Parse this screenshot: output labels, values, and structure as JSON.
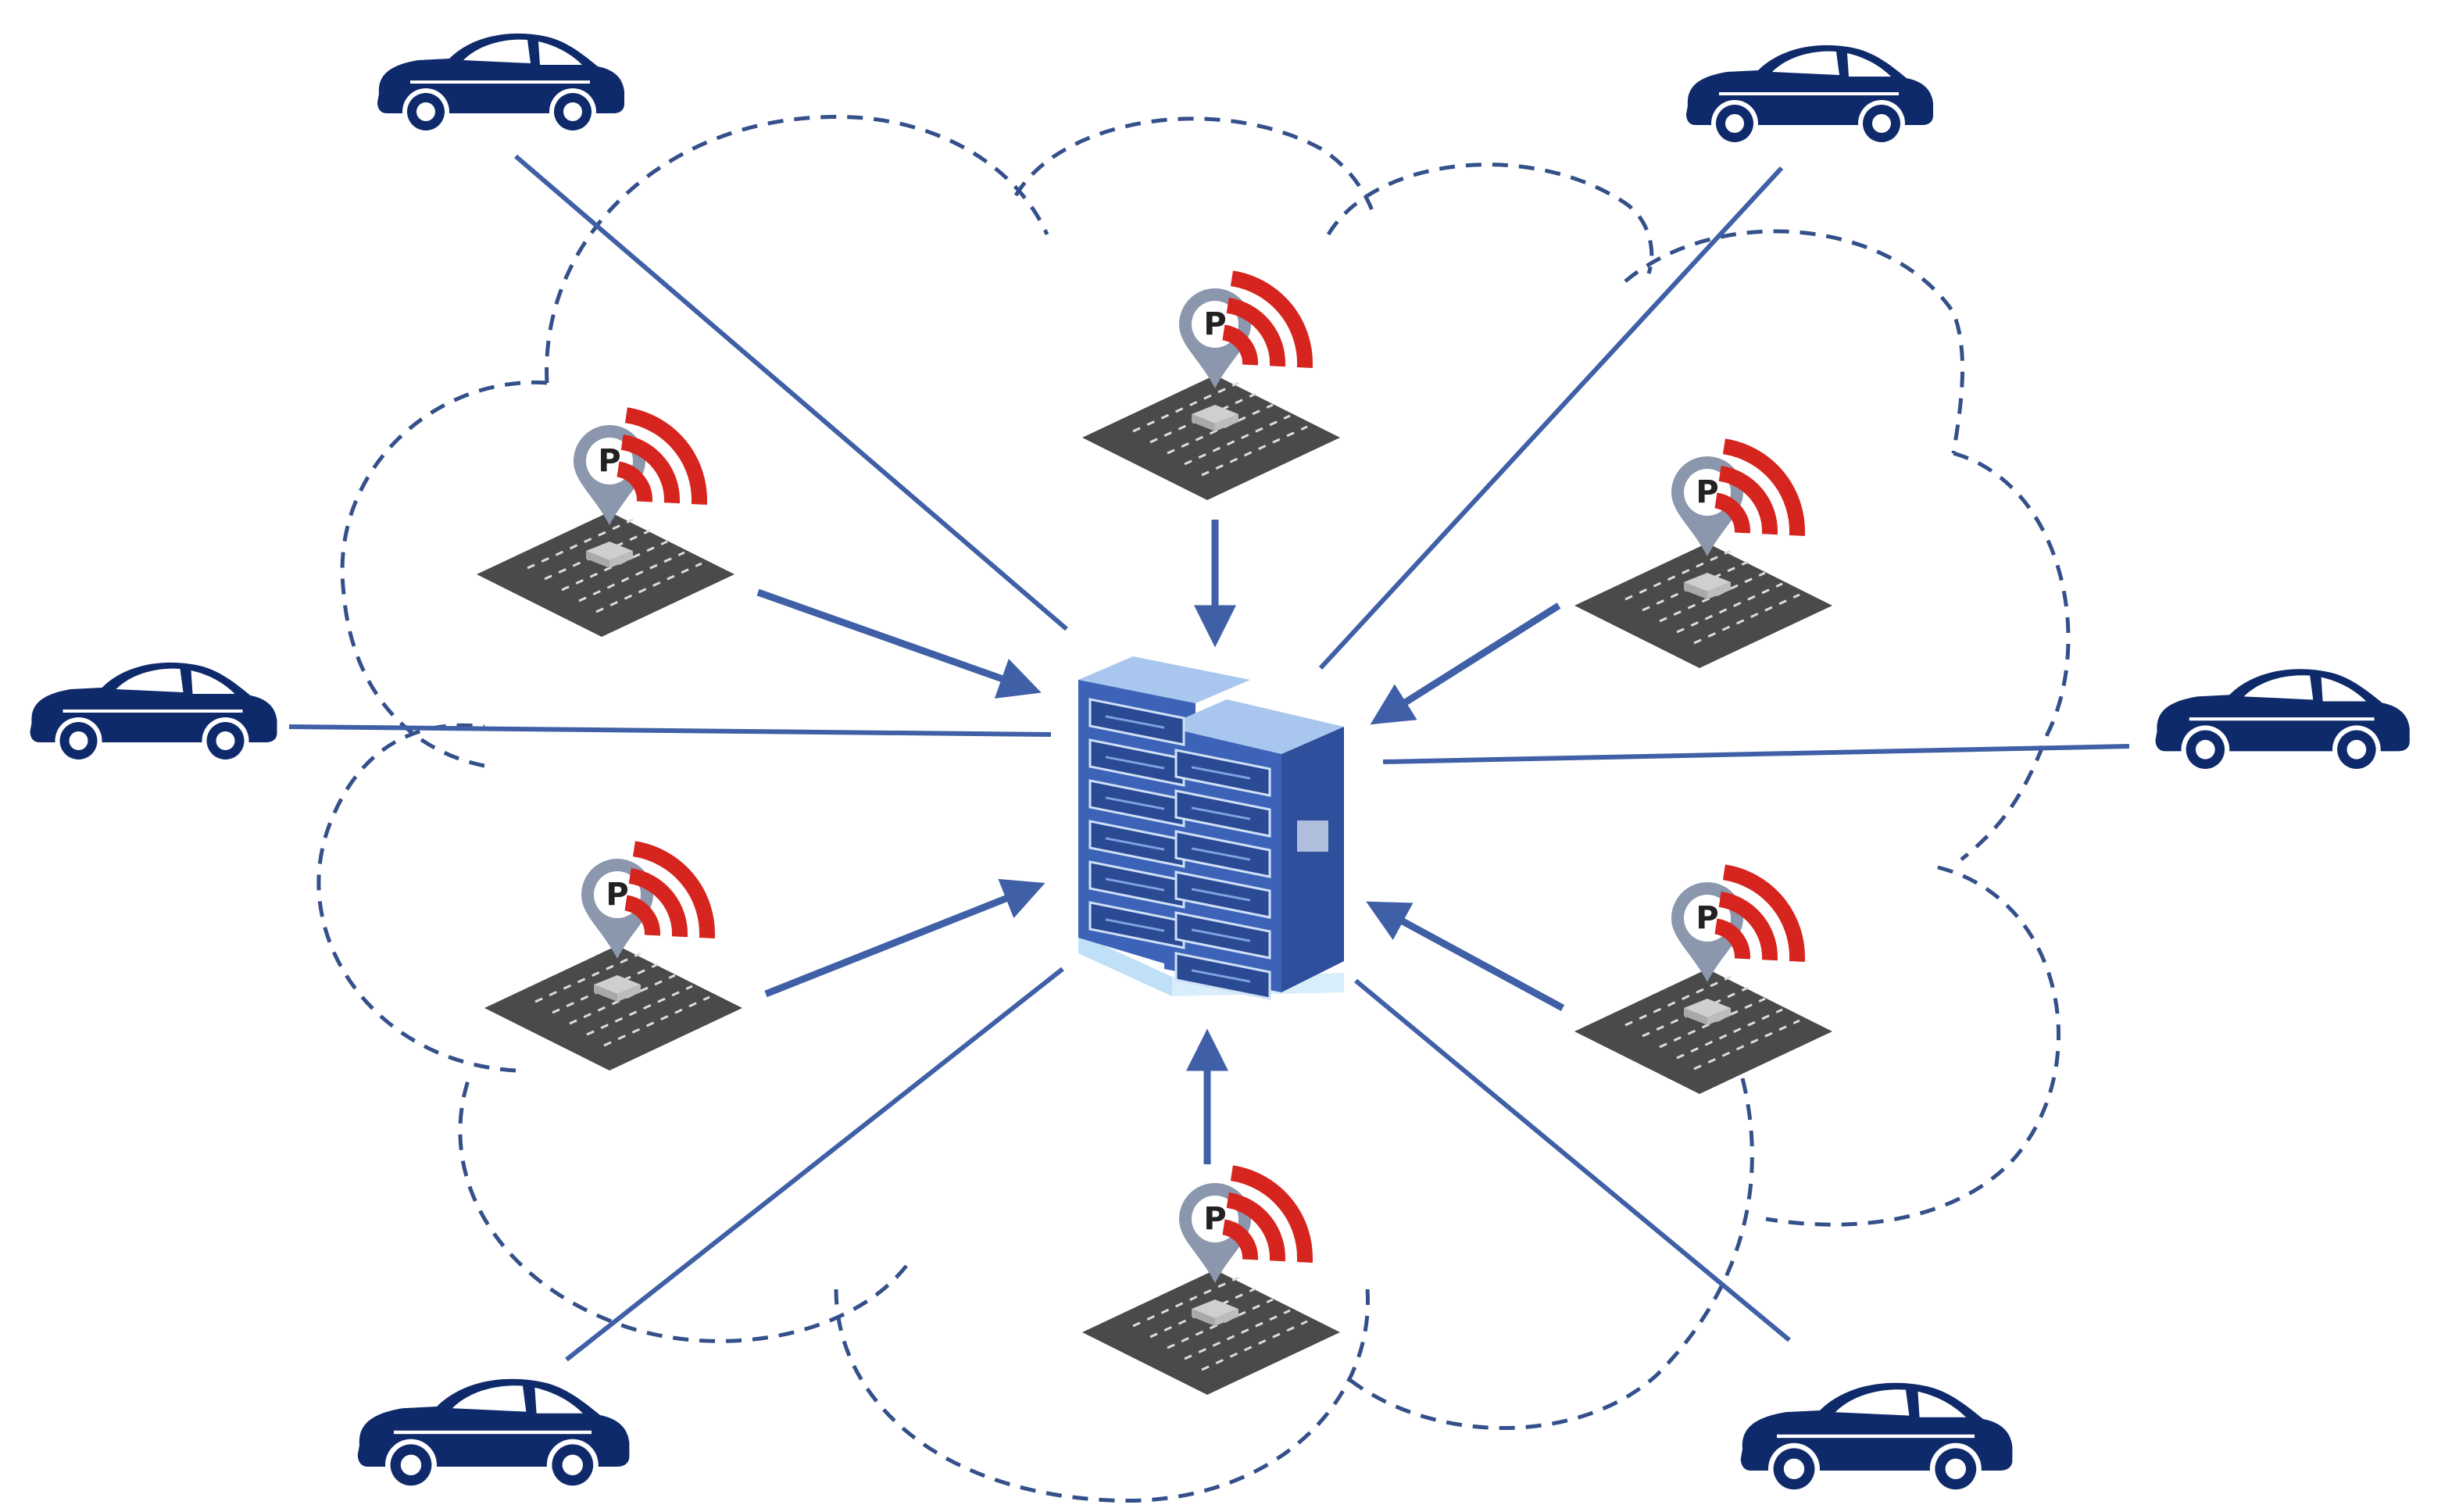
{
  "diagram": {
    "colors": {
      "car": "#0f2a6b",
      "link": "#3f5fa6",
      "cloud": "#34508a",
      "signal": "#d6251f",
      "pin": "#8a97ad",
      "lot": "#4a4a4a",
      "server_front": "#3d63b8",
      "server_side": "#2e4f9c",
      "server_top": "#a9c7ee"
    },
    "icons": {
      "car": "car-icon",
      "parking": "parking-sensor-icon",
      "signal": "wifi-signal-icon",
      "server": "server-rack-icon"
    },
    "parking_label": "P",
    "server": {
      "name": "central-server"
    },
    "parking_lots": [
      {
        "id": "top-center"
      },
      {
        "id": "upper-left"
      },
      {
        "id": "upper-right"
      },
      {
        "id": "lower-left"
      },
      {
        "id": "lower-right"
      },
      {
        "id": "bottom-center"
      }
    ],
    "vehicles": [
      {
        "id": "top-left"
      },
      {
        "id": "top-right"
      },
      {
        "id": "middle-left"
      },
      {
        "id": "middle-right"
      },
      {
        "id": "bottom-left"
      },
      {
        "id": "bottom-right"
      }
    ]
  }
}
